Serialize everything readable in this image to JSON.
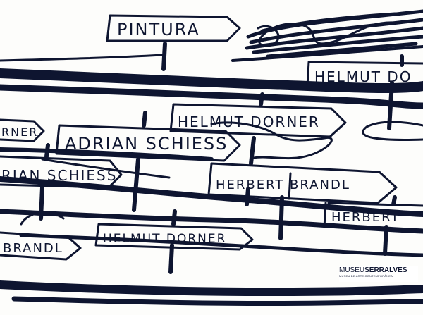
{
  "signs": {
    "pintura": "PINTURA",
    "helmut_top_right": "HELMUT DO",
    "helmut_center": "HELMUT DORNER",
    "rner_left": "RNER",
    "adrian_center": "ADRIAN SCHIESS",
    "adrian_left": "RIAN SCHIESS",
    "herbert_brandl": "HERBERT BRANDL",
    "herbert_right": "HERBERT",
    "brandl_left": "BRANDL",
    "helmut_bottom": "HELMUT DORNER"
  },
  "logo": {
    "museu": "MUSEU",
    "serralves": "SERRALVES",
    "subtitle": "MUSEU DE ARTE CONTEMPORÂNEA"
  },
  "colors": {
    "ink": "#0e1530",
    "paper": "#fdfdfb"
  }
}
